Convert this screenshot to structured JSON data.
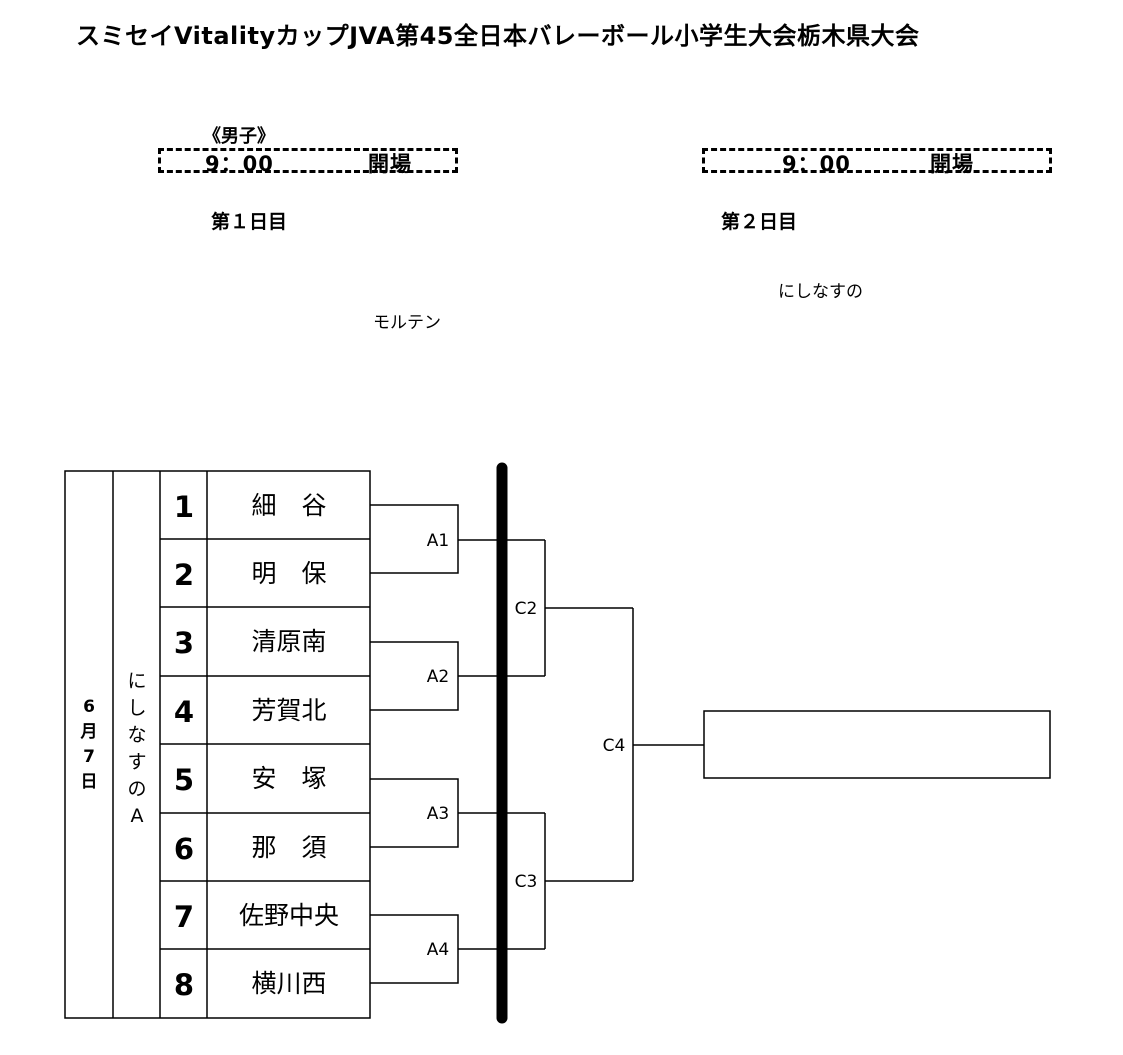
{
  "title": "スミセイVitalityカップJVA第45全日本バレーボール小学生大会栃木県大会",
  "section_label": "《男子》",
  "day1": {
    "open_time": "9：00",
    "open_label": "開場",
    "day_label": "第１日目",
    "venue": "モルテン"
  },
  "day2": {
    "open_time": "9：00",
    "open_label": "開場",
    "day_label": "第２日目",
    "venue": "にしなすの"
  },
  "bracket": {
    "date": [
      "6",
      "月",
      "7",
      "日"
    ],
    "court": [
      "に",
      "し",
      "な",
      "す",
      "の",
      "A"
    ],
    "teams": [
      {
        "seed": "1",
        "name": "細　谷"
      },
      {
        "seed": "2",
        "name": "明　保"
      },
      {
        "seed": "3",
        "name": "清原南"
      },
      {
        "seed": "4",
        "name": "芳賀北"
      },
      {
        "seed": "5",
        "name": "安　塚"
      },
      {
        "seed": "6",
        "name": "那　須"
      },
      {
        "seed": "7",
        "name": "佐野中央"
      },
      {
        "seed": "8",
        "name": "横川西"
      }
    ],
    "matches": {
      "a1": "A1",
      "a2": "A2",
      "a3": "A3",
      "a4": "A4",
      "c2": "C2",
      "c3": "C3",
      "c4": "C4"
    },
    "winner": ""
  }
}
